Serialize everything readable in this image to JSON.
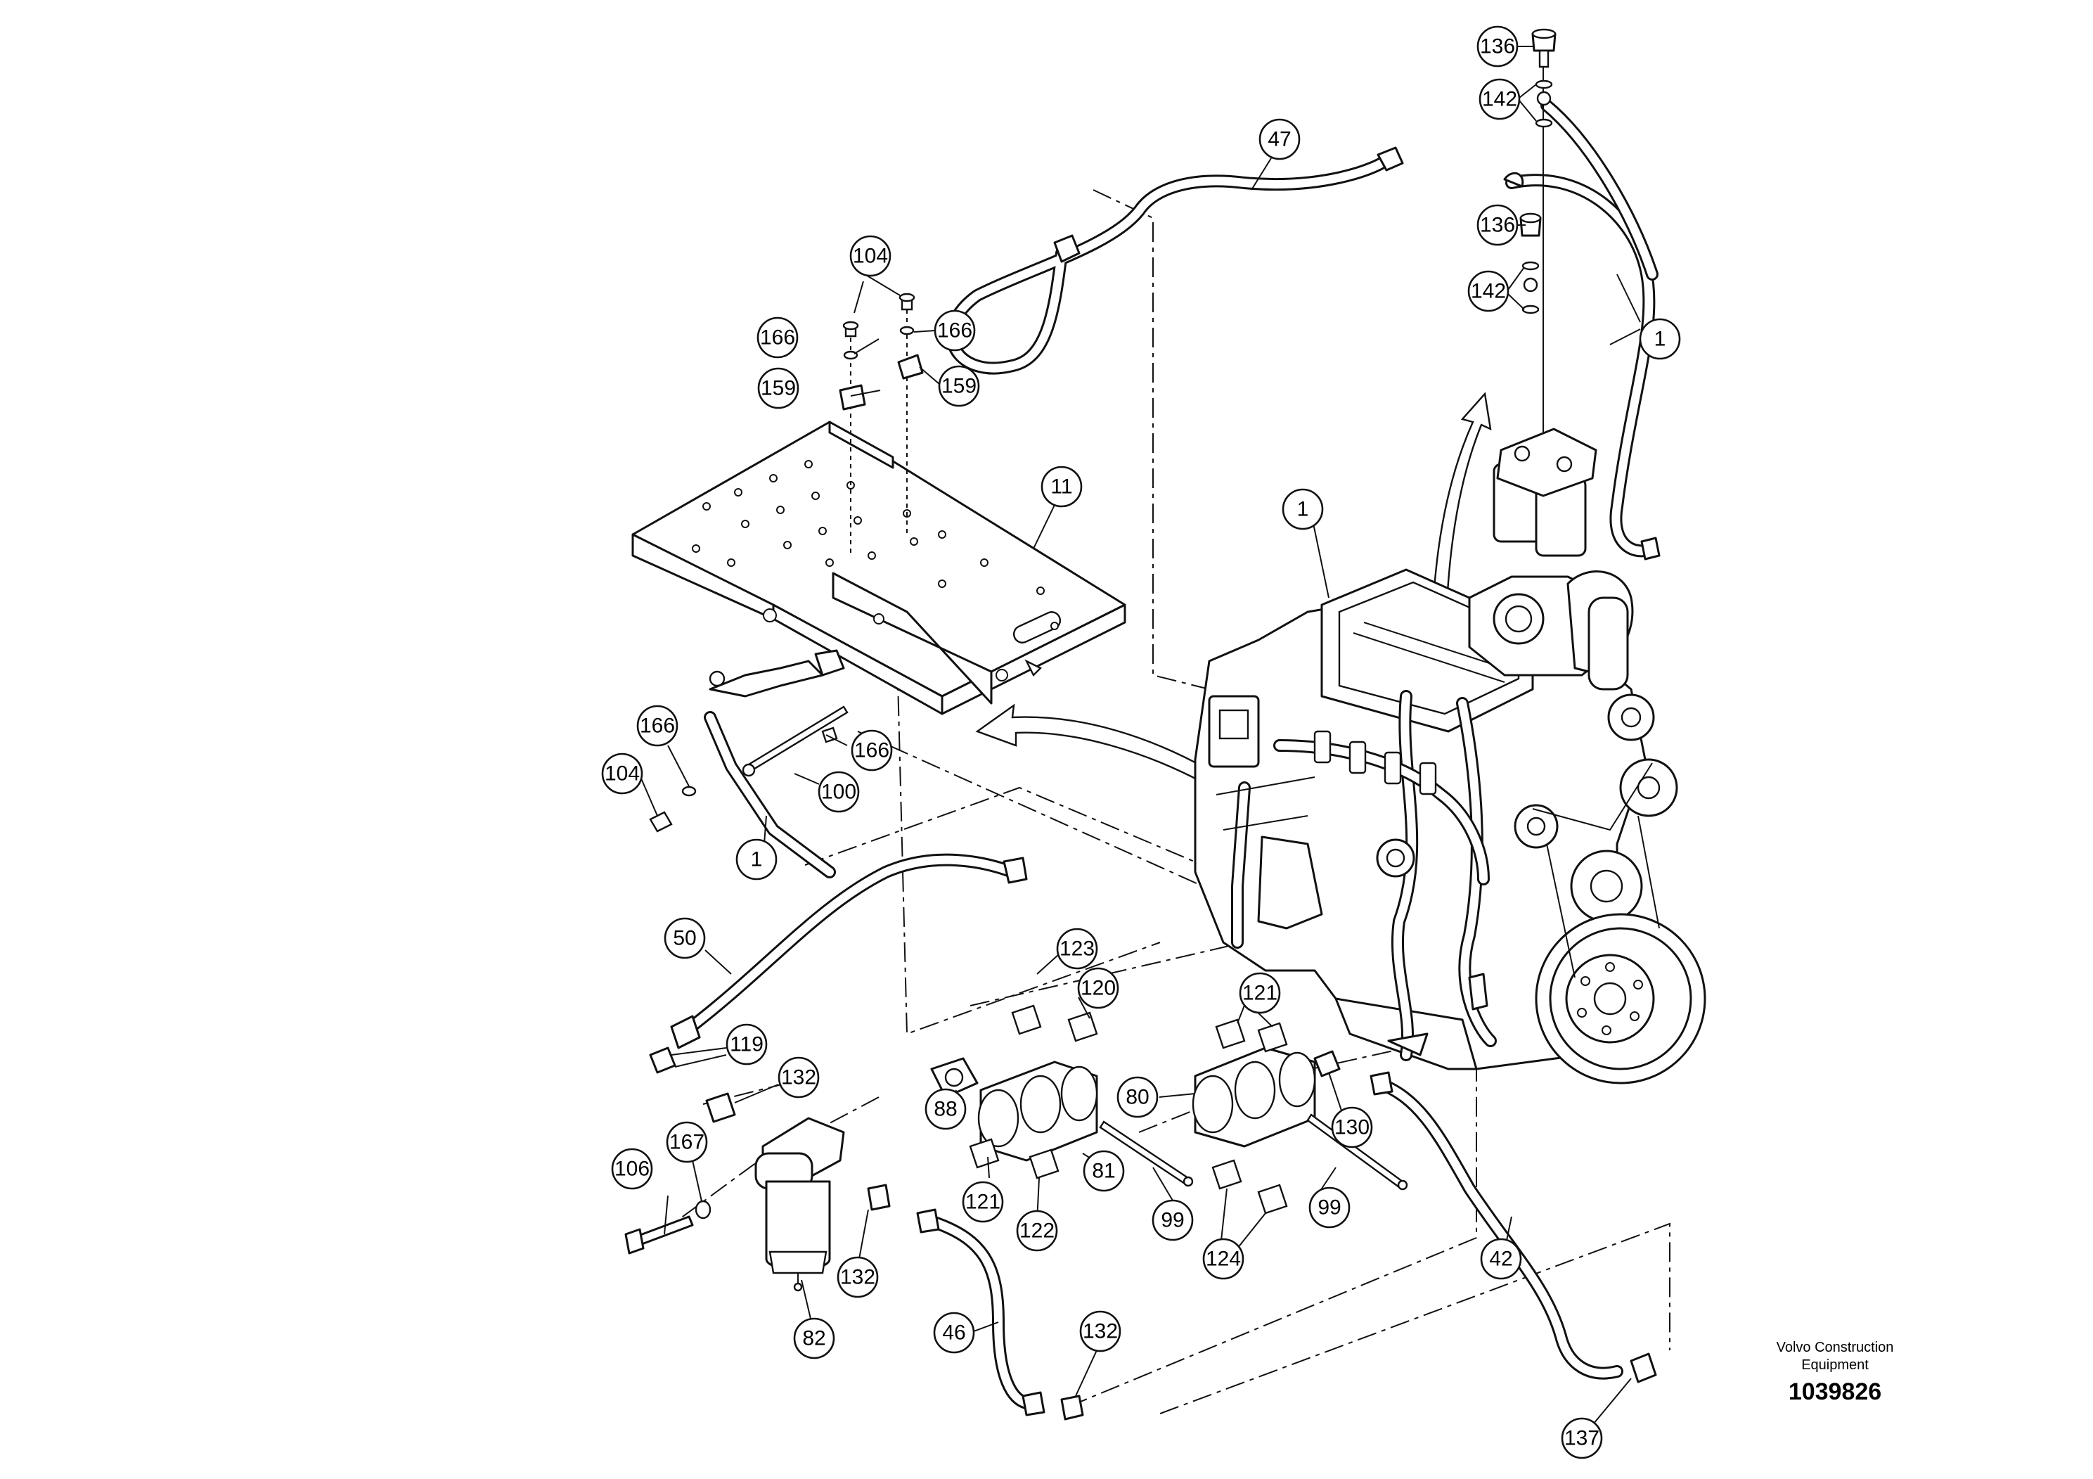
{
  "labels": {
    "l136a": "136",
    "l142a": "142",
    "l136b": "136",
    "l142b": "142",
    "l1a": "1",
    "l47": "47",
    "l104a": "104",
    "l166a": "166",
    "l166b": "166",
    "l159a": "159",
    "l159b": "159",
    "l11": "11",
    "l1b": "1",
    "l166c": "166",
    "l104b": "104",
    "l166d": "166",
    "l100": "100",
    "l1c": "1",
    "l50": "50",
    "l123": "123",
    "l120": "120",
    "l121a": "121",
    "l119": "119",
    "l132a": "132",
    "l88": "88",
    "l80": "80",
    "l130": "130",
    "l167": "167",
    "l106": "106",
    "l121b": "121",
    "l81": "81",
    "l99a": "99",
    "l99b": "99",
    "l122": "122",
    "l124": "124",
    "l42": "42",
    "l132b": "132",
    "l82": "82",
    "l46": "46",
    "l132c": "132",
    "l137": "137"
  },
  "footer": {
    "brand": "Volvo Construction\nEquipment",
    "number": "1039826"
  }
}
